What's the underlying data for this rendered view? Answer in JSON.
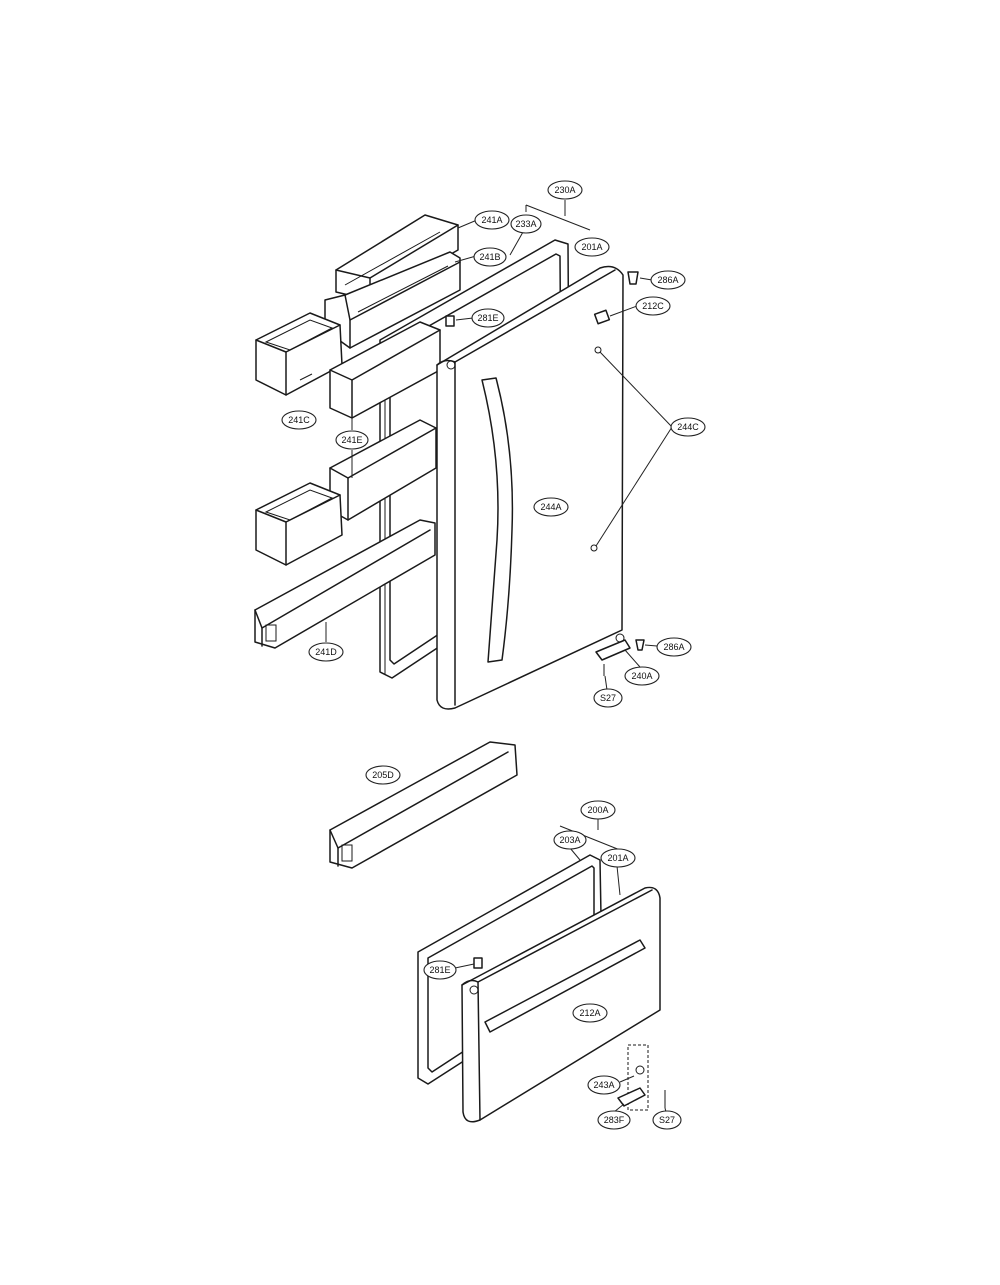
{
  "callouts": {
    "c230A": "230A",
    "c241A": "241A",
    "c233A": "233A",
    "c201A_top": "201A",
    "c241B": "241B",
    "c286A_top": "286A",
    "c212C": "212C",
    "c281E_top": "281E",
    "c241C": "241C",
    "c241E": "241E",
    "c244C": "244C",
    "c244A": "244A",
    "c241D": "241D",
    "c286A_bottom": "286A",
    "c240A": "240A",
    "c827_top": "S27",
    "c205D": "205D",
    "c200A": "200A",
    "c203A": "203A",
    "c201A_bottom": "201A",
    "c281E_bottom": "281E",
    "c212A": "212A",
    "c243A": "243A",
    "c283F": "283F",
    "c827_bottom": "S27"
  }
}
